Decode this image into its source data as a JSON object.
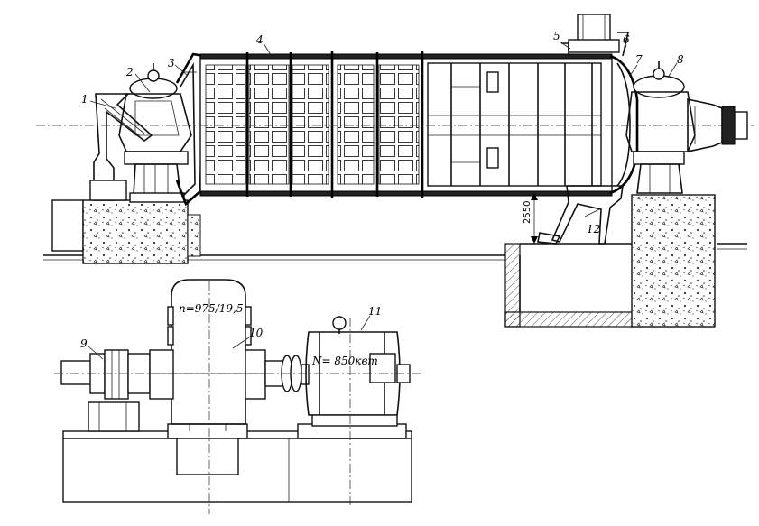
{
  "labels": {
    "l1": "1",
    "l2": "2",
    "l3": "3",
    "l4": "4",
    "l5": "5",
    "l6": "6",
    "l7": "7",
    "l8": "8",
    "l9": "9",
    "l10": "10",
    "l11": "11",
    "l12": "12"
  },
  "annotations": {
    "speed": "n=975/19,5",
    "power": "N= 850квт"
  },
  "dimensions": {
    "height": "2550"
  }
}
